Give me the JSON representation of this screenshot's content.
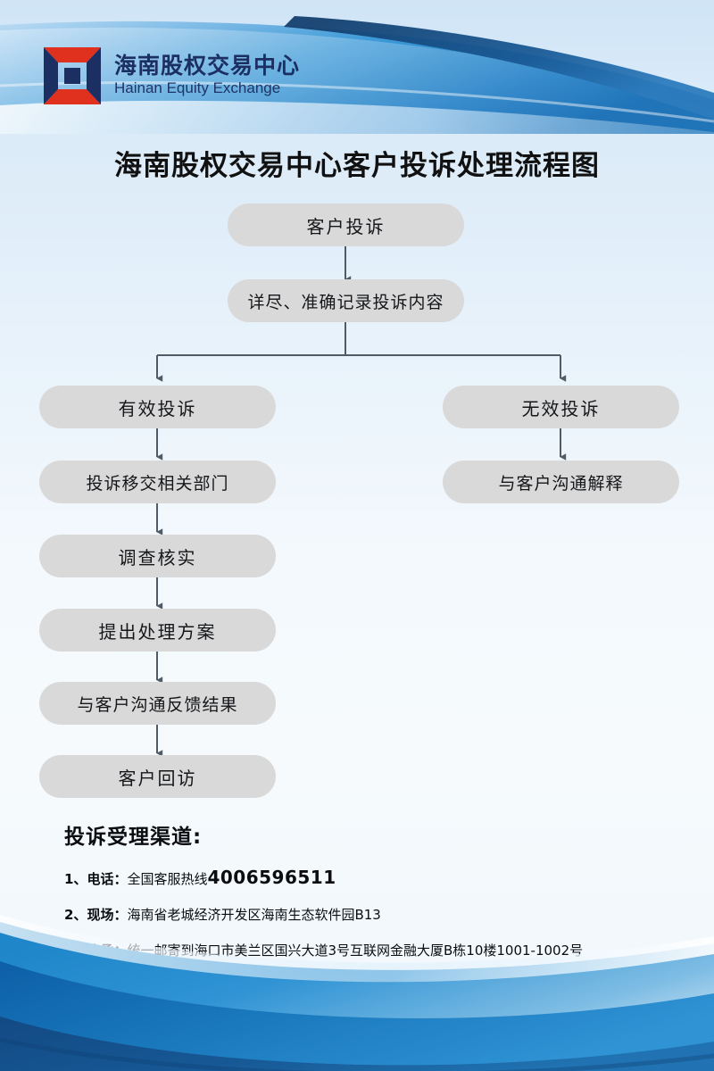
{
  "brand": {
    "logo_icon": "hainan-equity-square-logo",
    "name_cn": "海南股权交易中心",
    "name_en": "Hainan Equity Exchange",
    "navy": "#1c2f63",
    "red": "#e0301e",
    "banner_blue": "#1478c8"
  },
  "title": "海南股权交易中心客户投诉处理流程图",
  "flow": {
    "node_fill": "#d9d9d9",
    "connector_color": "#4f5b66",
    "nodes": [
      {
        "id": "complaint",
        "label": "客户投诉"
      },
      {
        "id": "record",
        "label": "详尽、准确记录投诉内容"
      },
      {
        "id": "valid",
        "label": "有效投诉"
      },
      {
        "id": "invalid",
        "label": "无效投诉"
      },
      {
        "id": "transfer",
        "label": "投诉移交相关部门"
      },
      {
        "id": "explain",
        "label": "与客户沟通解释"
      },
      {
        "id": "investigate",
        "label": "调查核实"
      },
      {
        "id": "propose",
        "label": "提出处理方案"
      },
      {
        "id": "feedback",
        "label": "与客户沟通反馈结果"
      },
      {
        "id": "revisit",
        "label": "客户回访"
      }
    ]
  },
  "channels": {
    "heading": "投诉受理渠道:",
    "items": [
      {
        "index": "1、",
        "label": "电话：",
        "value": "全国客服热线 ",
        "highlight": "4006596511"
      },
      {
        "index": "2、",
        "label": "现场：",
        "value": "海南省老城经济开发区海南生态软件园B13",
        "highlight": ""
      },
      {
        "index": "3、",
        "label": "信函：",
        "value": "统一邮寄到海口市美兰区国兴大道3号互联网金融大厦B栋10楼1001-1002号",
        "highlight": ""
      }
    ]
  }
}
